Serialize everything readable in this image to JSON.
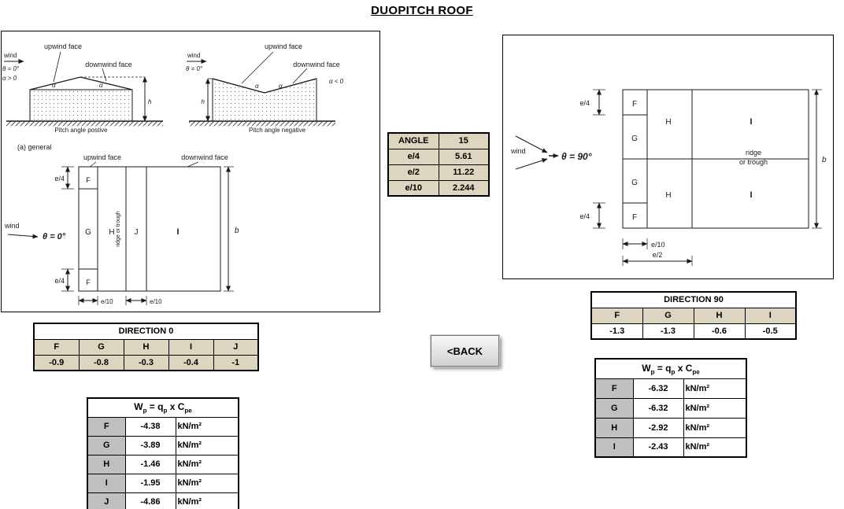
{
  "title": "DUOPITCH ROOF",
  "back_button": {
    "label": "<BACK"
  },
  "angle_table": {
    "rows": [
      {
        "label": "ANGLE",
        "value": "15"
      },
      {
        "label": "e/4",
        "value": "5.61"
      },
      {
        "label": "e/2",
        "value": "11.22"
      },
      {
        "label": "e/10",
        "value": "2.244"
      }
    ]
  },
  "direction0": {
    "title": "DIRECTION 0",
    "headers": [
      "F",
      "G",
      "H",
      "I",
      "J"
    ],
    "values": [
      "-0.9",
      "-0.8",
      "-0.3",
      "-0.4",
      "-1"
    ]
  },
  "direction90": {
    "title": "DIRECTION 90",
    "headers": [
      "F",
      "G",
      "H",
      "I"
    ],
    "values": [
      "-1.3",
      "-1.3",
      "-0.6",
      "-0.5"
    ]
  },
  "wp_formula": {
    "w": "W",
    "w_sub": "p",
    "mid": " = q",
    "q_sub": "p",
    "end": " x C",
    "c_sub": "pe"
  },
  "wp_left": {
    "rows": [
      {
        "zone": "F",
        "value": "-4.38",
        "unit": "kN/m²"
      },
      {
        "zone": "G",
        "value": "-3.89",
        "unit": "kN/m²"
      },
      {
        "zone": "H",
        "value": "-1.46",
        "unit": "kN/m²"
      },
      {
        "zone": "I",
        "value": "-1.95",
        "unit": "kN/m²"
      },
      {
        "zone": "J",
        "value": "-4.86",
        "unit": "kN/m²"
      }
    ]
  },
  "wp_right": {
    "rows": [
      {
        "zone": "F",
        "value": "-6.32",
        "unit": "kN/m²"
      },
      {
        "zone": "G",
        "value": "-6.32",
        "unit": "kN/m²"
      },
      {
        "zone": "H",
        "value": "-2.92",
        "unit": "kN/m²"
      },
      {
        "zone": "I",
        "value": "-2.43",
        "unit": "kN/m²"
      }
    ]
  },
  "diagram0": {
    "wind": "wind",
    "theta": "θ = 0°",
    "upwind": "upwind face",
    "downwind": "downwind face",
    "alpha": "α",
    "alpha_pos": "α > 0",
    "alpha_neg": "α < 0",
    "h": "h",
    "caption_pos": "Pitch angle postive",
    "caption_neg": "Pitch angle negative",
    "general": "(a) general",
    "plan": {
      "f": "F",
      "g": "G",
      "h_zone": "H",
      "j": "J",
      "i": "I",
      "ridge": "ridge or trough",
      "e4": "e/4",
      "e10": "e/10",
      "b": "b"
    }
  },
  "diagram90": {
    "wind": "wind",
    "theta": "θ = 90°",
    "f": "F",
    "g": "G",
    "h": "H",
    "i": "I",
    "ridge1": "ridge",
    "ridge2": "or trough",
    "e4": "e/4",
    "e10": "e/10",
    "e2": "e/2",
    "b": "b"
  },
  "colors": {
    "table_header_beige": "#dcd6c0",
    "zone_label_gray": "#bfbfbf",
    "border_black": "#000000"
  }
}
